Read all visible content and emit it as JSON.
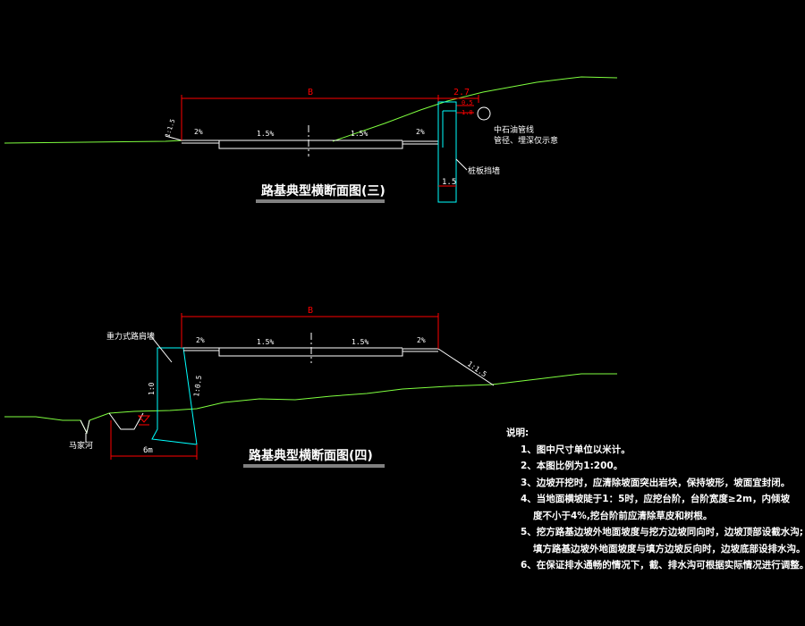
{
  "diagram_3": {
    "title": "路基典型横断面图(三)",
    "width_label": "B",
    "shoulder_width_label": "2.7",
    "slope_left": "1:1.5",
    "slope_shoulder_left": "2%",
    "slope_lane_left": "1.5%",
    "slope_lane_right": "1.5%",
    "slope_shoulder_right": "2%",
    "pile_width_label": "1.5",
    "callout_small_1": "0.5",
    "callout_small_2": "1.0",
    "pipeline_label_1": "中石油管线",
    "pipeline_label_2": "管径、埋深仅示意",
    "pile_wall_label": "桩板挡墙"
  },
  "diagram_4": {
    "title": "路基典型横断面图(四)",
    "width_label": "B",
    "slope_shoulder_left": "2%",
    "slope_lane_left": "1.5%",
    "slope_lane_right": "1.5%",
    "slope_shoulder_right": "2%",
    "slope_right": "1:1.5",
    "wall_label": "重力式路肩墙",
    "wall_slope_1": "1:0",
    "wall_slope_2": "1:0.5",
    "width_6m": "6m",
    "river_label": "马家河"
  },
  "notes": {
    "heading": "说明:",
    "items": [
      "1、图中尺寸单位以米计。",
      "2、本图比例为1:200。",
      "3、边坡开挖时，应清除坡面突出岩块，保持坡形，坡面宜封闭。",
      "4、当地面横坡陡于1：5时，应挖台阶，台阶宽度≥2m，内倾坡",
      "度不小于4%,挖台阶前应清除草皮和树根。",
      "5、挖方路基边坡外地面坡度与挖方边坡同向时，边坡顶部设截水沟;",
      "填方路基边坡外地面坡度与填方边坡反向时，边坡底部设排水沟。",
      "6、在保证排水通畅的情况下，截、排水沟可根据实际情况进行调整。"
    ]
  },
  "colors": {
    "background": "#000000",
    "ground": "#7fff3f",
    "dimension": "#ff0000",
    "structure": "#00ffff",
    "text": "#ffffff"
  }
}
